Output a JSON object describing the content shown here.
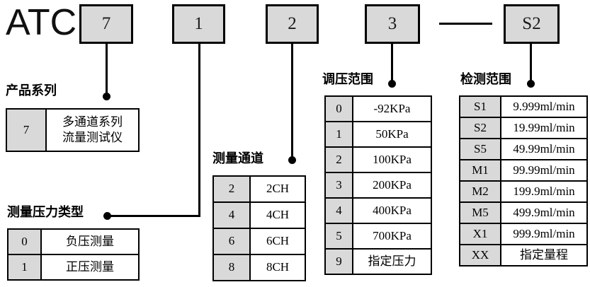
{
  "brand": "ATC",
  "separator": "—",
  "code_boxes": [
    {
      "label": "7",
      "meaning": "产品系列"
    },
    {
      "label": "1",
      "meaning": "测量压力类型"
    },
    {
      "label": "2",
      "meaning": "测量通道"
    },
    {
      "label": "3",
      "meaning": "调压范围"
    },
    {
      "label": "S2",
      "meaning": "检测范围"
    }
  ],
  "sections": [
    {
      "title": "产品系列",
      "rows": [
        {
          "code": "7",
          "desc": "多通道系列\n流量测试仪"
        }
      ]
    },
    {
      "title": "测量压力类型",
      "rows": [
        {
          "code": "0",
          "desc": "负压测量"
        },
        {
          "code": "1",
          "desc": "正压测量"
        }
      ]
    },
    {
      "title": "测量通道",
      "rows": [
        {
          "code": "2",
          "desc": "2CH"
        },
        {
          "code": "4",
          "desc": "4CH"
        },
        {
          "code": "6",
          "desc": "6CH"
        },
        {
          "code": "8",
          "desc": "8CH"
        }
      ]
    },
    {
      "title": "调压范围",
      "rows": [
        {
          "code": "0",
          "desc": "-92KPa"
        },
        {
          "code": "1",
          "desc": "50KPa"
        },
        {
          "code": "2",
          "desc": "100KPa"
        },
        {
          "code": "3",
          "desc": "200KPa"
        },
        {
          "code": "4",
          "desc": "400KPa"
        },
        {
          "code": "5",
          "desc": "700KPa"
        },
        {
          "code": "9",
          "desc": "指定压力"
        }
      ]
    },
    {
      "title": "检测范围",
      "rows": [
        {
          "code": "S1",
          "desc": "9.999ml/min"
        },
        {
          "code": "S2",
          "desc": "19.99ml/min"
        },
        {
          "code": "S5",
          "desc": "49.99ml/min"
        },
        {
          "code": "M1",
          "desc": "99.99ml/min"
        },
        {
          "code": "M2",
          "desc": "199.9ml/min"
        },
        {
          "code": "M5",
          "desc": "499.9ml/min"
        },
        {
          "code": "X1",
          "desc": "999.9ml/min"
        },
        {
          "code": "XX",
          "desc": "指定量程"
        }
      ]
    }
  ],
  "colors": {
    "box_fill": "#d9d9d9",
    "border": "#000000",
    "background": "#ffffff"
  }
}
